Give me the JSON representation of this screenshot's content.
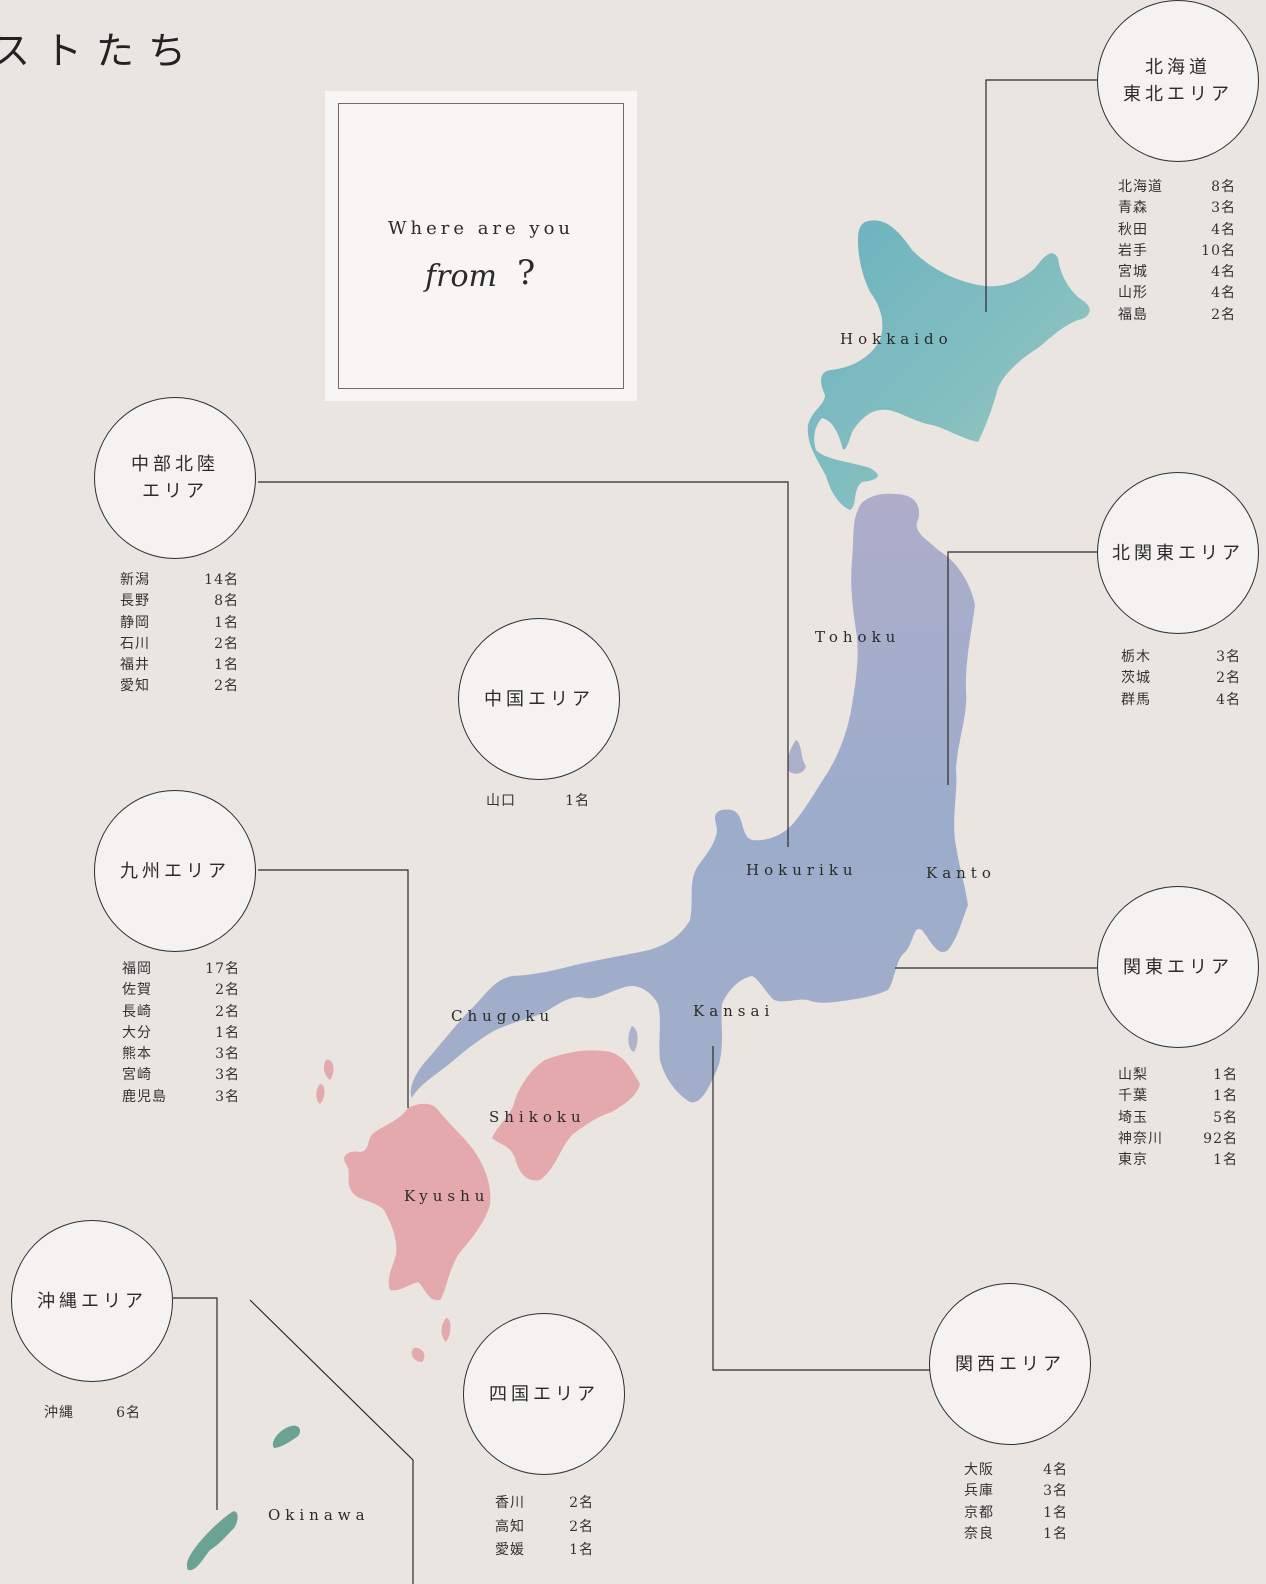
{
  "header_fragment": "ストたち",
  "where_card": {
    "title": "Where are you",
    "script_word": "from",
    "question_mark": "?"
  },
  "map_labels": {
    "hokkaido": "Hokkaido",
    "tohoku": "Tohoku",
    "hokuriku": "Hokuriku",
    "kanto": "Kanto",
    "kansai": "Kansai",
    "chugoku": "Chugoku",
    "shikoku": "Shikoku",
    "kyushu": "Kyushu",
    "okinawa": "Okinawa"
  },
  "colors": {
    "background": "#ebe5e1",
    "hokkaido": "#79bbbd",
    "honshu": "#9ca9c9",
    "kyushu_shikoku": "#e2a3a6",
    "okinawa": "#5d9a8c"
  },
  "areas": {
    "hokkaido_tohoku": {
      "name": "北海道\n東北エリア",
      "prefectures": [
        {
          "pref": "北海道",
          "count": "8名"
        },
        {
          "pref": "青森",
          "count": "3名"
        },
        {
          "pref": "秋田",
          "count": "4名"
        },
        {
          "pref": "岩手",
          "count": "10名"
        },
        {
          "pref": "宮城",
          "count": "4名"
        },
        {
          "pref": "山形",
          "count": "4名"
        },
        {
          "pref": "福島",
          "count": "2名"
        }
      ]
    },
    "kita_kanto": {
      "name": "北関東エリア",
      "prefectures": [
        {
          "pref": "栃木",
          "count": "3名"
        },
        {
          "pref": "茨城",
          "count": "2名"
        },
        {
          "pref": "群馬",
          "count": "4名"
        }
      ]
    },
    "kanto": {
      "name": "関東エリア",
      "prefectures": [
        {
          "pref": "山梨",
          "count": "1名"
        },
        {
          "pref": "千葉",
          "count": "1名"
        },
        {
          "pref": "埼玉",
          "count": "5名"
        },
        {
          "pref": "神奈川",
          "count": "92名"
        },
        {
          "pref": "東京",
          "count": "1名"
        }
      ]
    },
    "kansai": {
      "name": "関西エリア",
      "prefectures": [
        {
          "pref": "大阪",
          "count": "4名"
        },
        {
          "pref": "兵庫",
          "count": "3名"
        },
        {
          "pref": "京都",
          "count": "1名"
        },
        {
          "pref": "奈良",
          "count": "1名"
        }
      ]
    },
    "chubu_hokuriku": {
      "name": "中部北陸\nエリア",
      "prefectures": [
        {
          "pref": "新潟",
          "count": "14名"
        },
        {
          "pref": "長野",
          "count": "8名"
        },
        {
          "pref": "静岡",
          "count": "1名"
        },
        {
          "pref": "石川",
          "count": "2名"
        },
        {
          "pref": "福井",
          "count": "1名"
        },
        {
          "pref": "愛知",
          "count": "2名"
        }
      ]
    },
    "chugoku": {
      "name": "中国エリア",
      "prefectures": [
        {
          "pref": "山口",
          "count": "1名"
        }
      ]
    },
    "kyushu": {
      "name": "九州エリア",
      "prefectures": [
        {
          "pref": "福岡",
          "count": "17名"
        },
        {
          "pref": "佐賀",
          "count": "2名"
        },
        {
          "pref": "長崎",
          "count": "2名"
        },
        {
          "pref": "大分",
          "count": "1名"
        },
        {
          "pref": "熊本",
          "count": "3名"
        },
        {
          "pref": "宮崎",
          "count": "3名"
        },
        {
          "pref": "鹿児島",
          "count": "3名"
        }
      ]
    },
    "okinawa": {
      "name": "沖縄エリア",
      "prefectures": [
        {
          "pref": "沖縄",
          "count": "6名"
        }
      ]
    },
    "shikoku": {
      "name": "四国エリア",
      "prefectures": [
        {
          "pref": "香川",
          "count": "2名"
        },
        {
          "pref": "高知",
          "count": "2名"
        },
        {
          "pref": "愛媛",
          "count": "1名"
        }
      ]
    }
  }
}
